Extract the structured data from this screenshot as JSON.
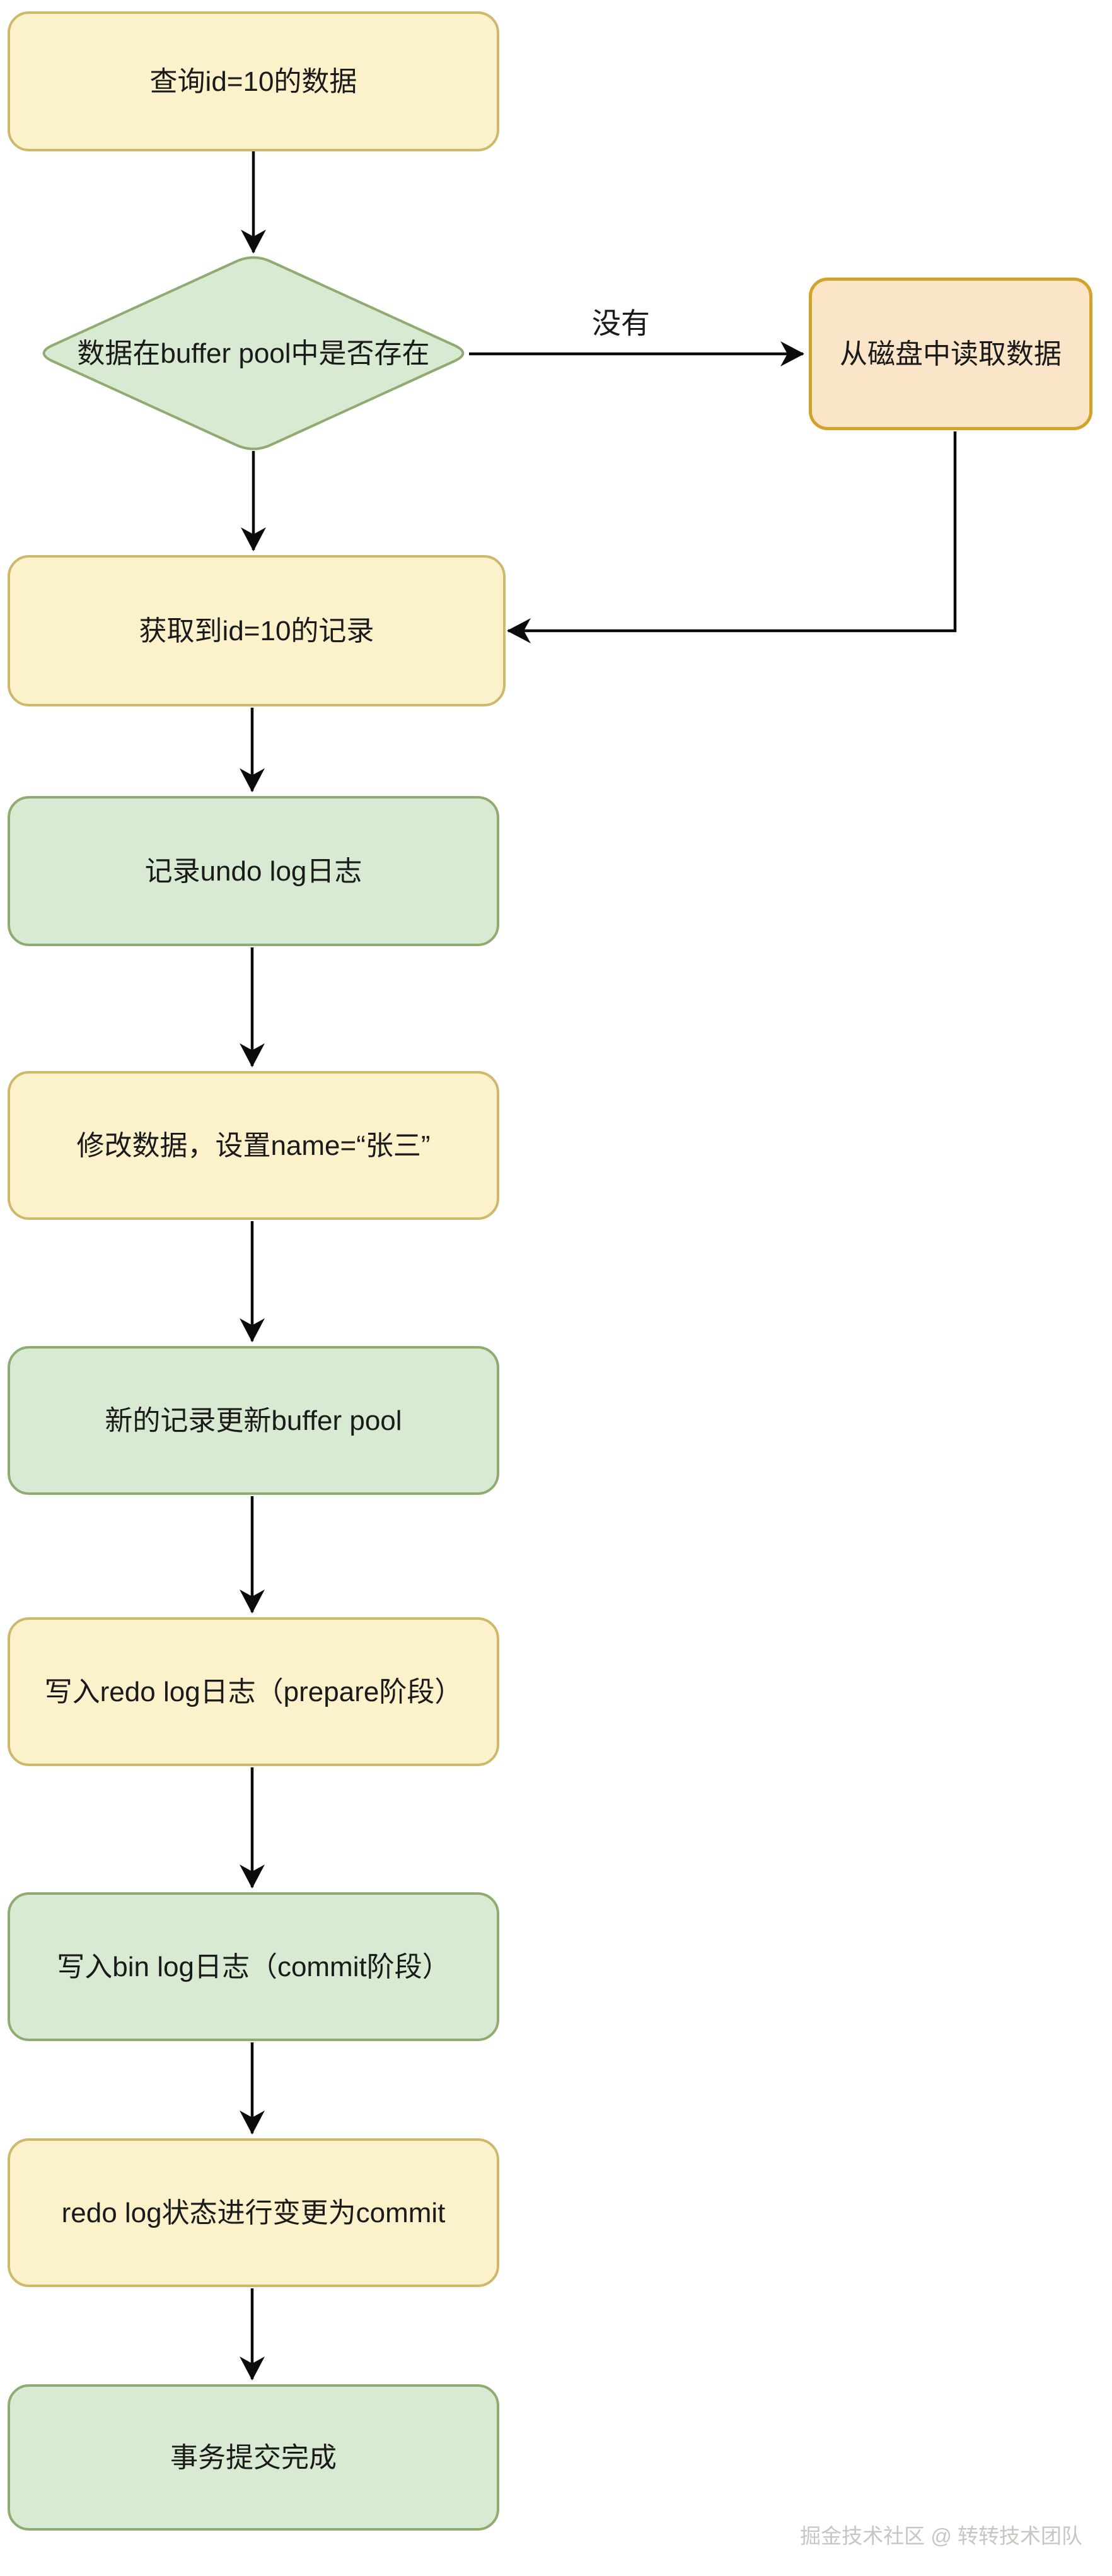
{
  "nodes": [
    {
      "id": "query",
      "label": "查询id=10的数据",
      "shape": "rect",
      "color": "yellow"
    },
    {
      "id": "check",
      "label": "数据在buffer pool中是否存在",
      "shape": "diamond",
      "color": "green"
    },
    {
      "id": "disk",
      "label": "从磁盘中读取数据",
      "shape": "rect",
      "color": "orange"
    },
    {
      "id": "fetch",
      "label": "获取到id=10的记录",
      "shape": "rect",
      "color": "yellow"
    },
    {
      "id": "undo",
      "label": "记录undo log日志",
      "shape": "rect",
      "color": "green"
    },
    {
      "id": "modify",
      "label": "修改数据，设置name=“张三”",
      "shape": "rect",
      "color": "yellow"
    },
    {
      "id": "buffer",
      "label": "新的记录更新buffer pool",
      "shape": "rect",
      "color": "green"
    },
    {
      "id": "redo_prepare",
      "label": "写入redo log日志（prepare阶段）",
      "shape": "rect",
      "color": "yellow"
    },
    {
      "id": "bin_log",
      "label": "写入bin log日志（commit阶段）",
      "shape": "rect",
      "color": "green"
    },
    {
      "id": "redo_commit",
      "label": "redo log状态进行变更为commit",
      "shape": "rect",
      "color": "yellow"
    },
    {
      "id": "done",
      "label": "事务提交完成",
      "shape": "rect",
      "color": "green"
    }
  ],
  "edges": [
    {
      "from": "query",
      "to": "check",
      "label": ""
    },
    {
      "from": "check",
      "to": "disk",
      "label": "没有"
    },
    {
      "from": "check",
      "to": "fetch",
      "label": ""
    },
    {
      "from": "disk",
      "to": "fetch",
      "label": ""
    },
    {
      "from": "fetch",
      "to": "undo",
      "label": ""
    },
    {
      "from": "undo",
      "to": "modify",
      "label": ""
    },
    {
      "from": "modify",
      "to": "buffer",
      "label": ""
    },
    {
      "from": "buffer",
      "to": "redo_prepare",
      "label": ""
    },
    {
      "from": "redo_prepare",
      "to": "bin_log",
      "label": ""
    },
    {
      "from": "bin_log",
      "to": "redo_commit",
      "label": ""
    },
    {
      "from": "redo_commit",
      "to": "done",
      "label": ""
    }
  ],
  "edge_label_no": "没有",
  "watermark": "掘金技术社区 @ 转转技术团队",
  "colors": {
    "yellow_fill": "#FBF1CB",
    "yellow_border": "#CEB96B",
    "green_fill": "#D9EAD3",
    "green_border": "#8FAB72",
    "orange_fill": "#FAE5C8",
    "orange_border": "#D4A12B",
    "arrow": "#0B0B0B",
    "text": "#1A1A1A",
    "watermark_text": "#C9C5C1",
    "background": "#FFFFFF"
  }
}
